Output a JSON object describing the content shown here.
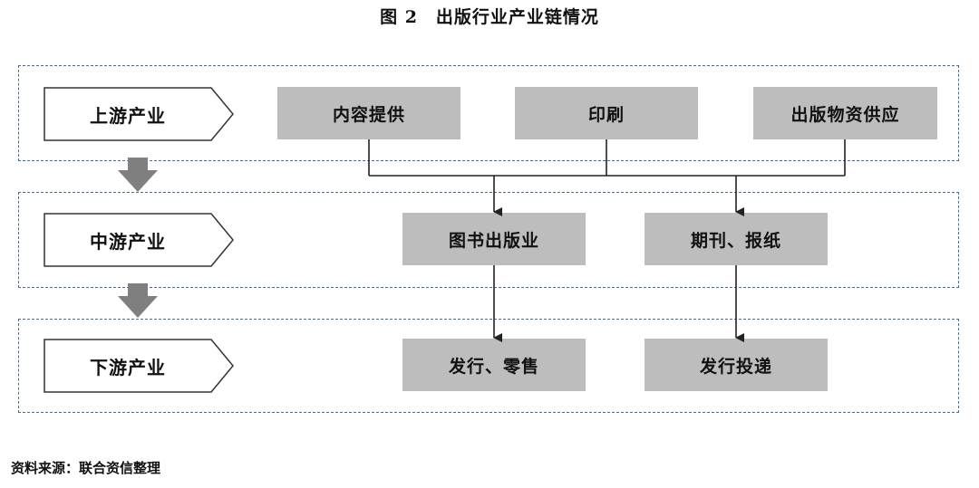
{
  "title": "图 2　出版行业产业链情况",
  "tiers": {
    "upstream": {
      "label": "上游产业",
      "boxes": [
        "内容提供",
        "印刷",
        "出版物资供应"
      ]
    },
    "midstream": {
      "label": "中游产业",
      "boxes": [
        "图书出版业",
        "期刊、报纸"
      ]
    },
    "downstream": {
      "label": "下游产业",
      "boxes": [
        "发行、零售",
        "发行投递"
      ]
    }
  },
  "source": "资料来源：联合资信整理",
  "colors": {
    "border": "#4a6e96",
    "box": "#bdbdbd",
    "arrow": "#7f7f7f",
    "line": "#222222"
  }
}
